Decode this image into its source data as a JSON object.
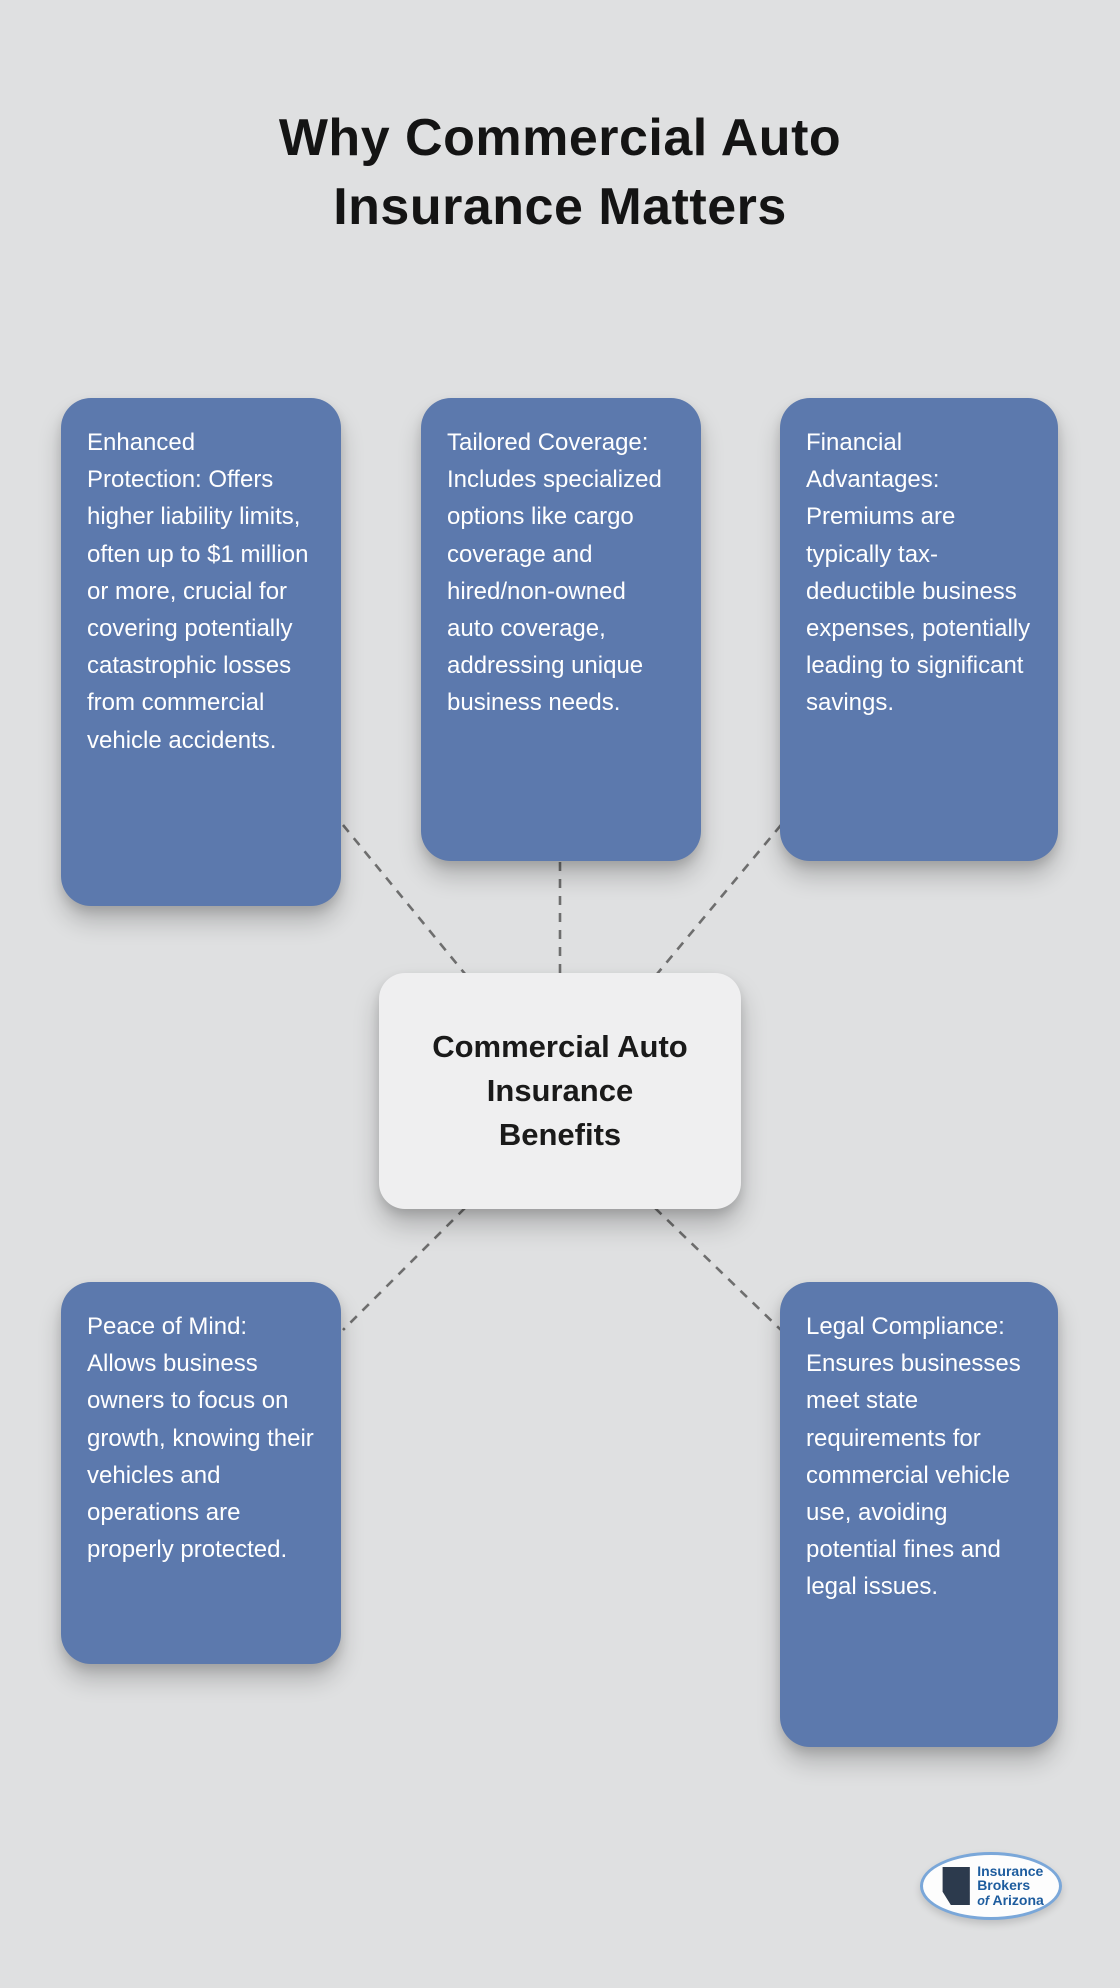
{
  "title": "Why Commercial Auto Insurance Matters",
  "center_card": {
    "label": "Commercial Auto Insurance Benefits"
  },
  "benefit_cards": [
    {
      "id": "enhanced-protection",
      "text": "Enhanced Protection: Offers higher liability limits, often up to $1 million or more, crucial for covering potentially catastrophic losses from commercial vehicle accidents."
    },
    {
      "id": "tailored-coverage",
      "text": "Tailored Coverage: Includes specialized options like cargo coverage and hired/non-owned auto coverage, addressing unique business needs."
    },
    {
      "id": "financial-advantages",
      "text": "Financial Advantages: Premiums are typically tax-deductible business expenses, potentially leading to significant savings."
    },
    {
      "id": "peace-of-mind",
      "text": "Peace of Mind: Allows business owners to focus on growth, knowing their vehicles and operations are properly protected."
    },
    {
      "id": "legal-compliance",
      "text": "Legal Compliance: Ensures businesses meet state requirements for commercial vehicle use, avoiding potential fines and legal issues."
    }
  ],
  "logo": {
    "line1": "Insurance",
    "line2": "Brokers",
    "line3_italic": "of ",
    "line3": "Arizona"
  },
  "colors": {
    "background": "#dfe0e1",
    "card_bg": "#5c79ad",
    "card_text": "#ffffff",
    "center_card_bg": "#efeff0",
    "title_text": "#141414",
    "connector": "#6e6e6e",
    "logo_ring": "#7aa7d9",
    "logo_text": "#1d5c9e"
  }
}
